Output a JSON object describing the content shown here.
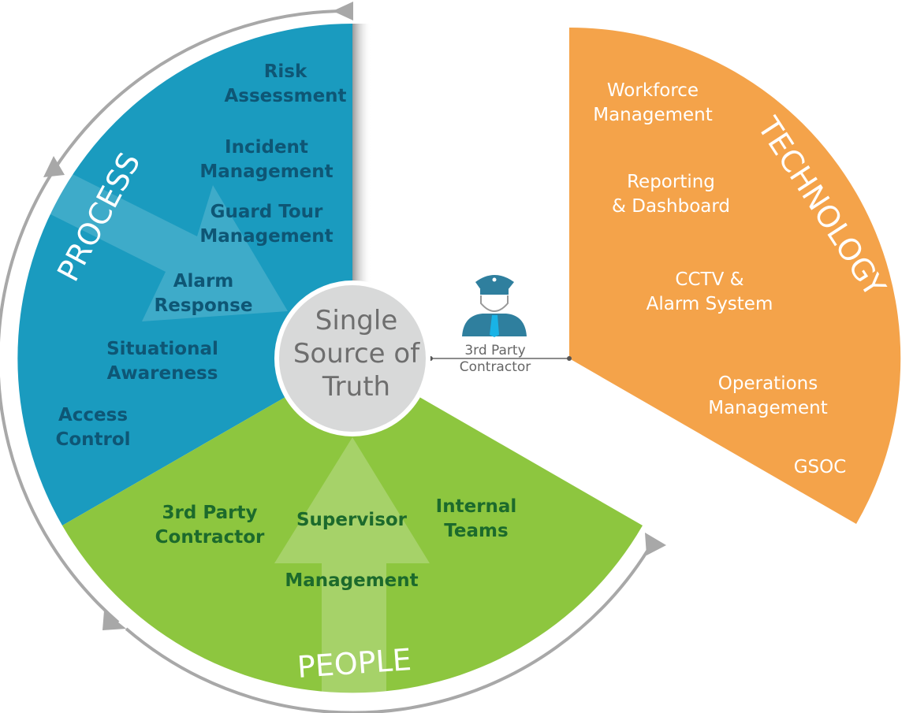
{
  "colors": {
    "process": "#1a9bbf",
    "people": "#8dc63f",
    "technology": "#f4a34a",
    "center": "#d8d9d9",
    "ring": "#a8a8a8"
  },
  "center": {
    "lines": [
      "Single",
      "Source of",
      "Truth"
    ]
  },
  "process": {
    "title": "PROCESS",
    "items": [
      {
        "lines": [
          "Risk",
          "Assessment"
        ]
      },
      {
        "lines": [
          "Incident",
          "Management"
        ]
      },
      {
        "lines": [
          "Guard Tour",
          "Management"
        ]
      },
      {
        "lines": [
          "Alarm",
          "Response"
        ]
      },
      {
        "lines": [
          "Situational",
          "Awareness"
        ]
      },
      {
        "lines": [
          "Access",
          "Control"
        ]
      }
    ]
  },
  "people": {
    "title": "PEOPLE",
    "items": [
      {
        "lines": [
          "3rd Party",
          "Contractor"
        ]
      },
      {
        "lines": [
          "Supervisor"
        ]
      },
      {
        "lines": [
          "Internal",
          "Teams"
        ]
      },
      {
        "lines": [
          "Management"
        ]
      }
    ]
  },
  "technology": {
    "title": "TECHNOLOGY",
    "items": [
      {
        "lines": [
          "Workforce",
          "Management"
        ]
      },
      {
        "lines": [
          "Reporting",
          "& Dashboard"
        ]
      },
      {
        "lines": [
          "CCTV &",
          "Alarm System"
        ]
      },
      {
        "lines": [
          "Operations",
          "Management"
        ]
      },
      {
        "lines": [
          "GSOC"
        ]
      }
    ]
  },
  "contractor": {
    "icon": "security-guard-icon",
    "lines": [
      "3rd Party",
      "Contractor"
    ]
  }
}
